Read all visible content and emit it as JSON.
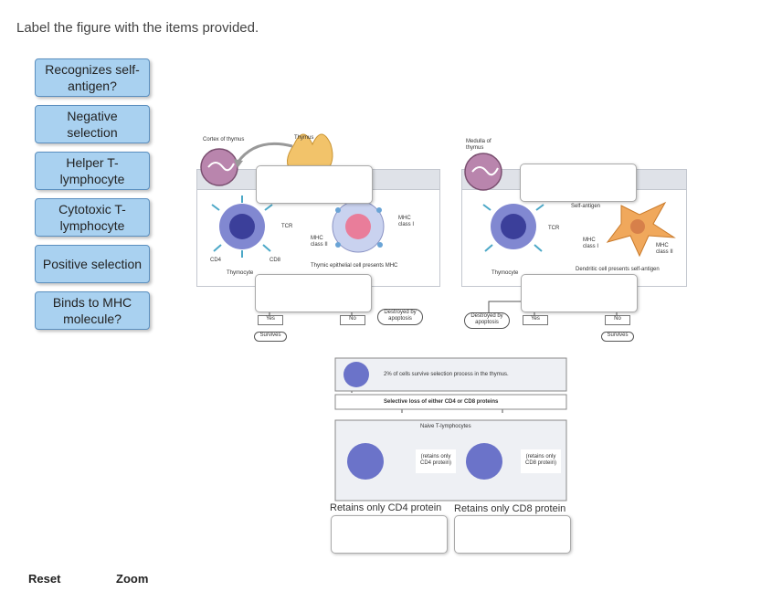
{
  "instruction": "Label the figure with the items provided.",
  "tiles": [
    "Recognizes self-antigen?",
    "Negative selection",
    "Helper T-lymphocyte",
    "Cytotoxic T-lymphocyte",
    "Positive selection",
    "Binds to MHC molecule?"
  ],
  "figure": {
    "cortex": "Cortex of thymus",
    "thymus": "Thymus",
    "medulla": "Medulla of thymus",
    "tcr": "TCR",
    "tcr2": "TCR",
    "cd4": "CD4",
    "cd8": "CD8",
    "mhc2": "MHC class II",
    "mhc1": "MHC class I",
    "thymocyte": "Thymocyte",
    "thymocyte2": "Thymocyte",
    "thymic_epithelial": "Thymic epithelial cell presents MHC",
    "self_antigen": "Self-antigen",
    "mhc1b": "MHC class I",
    "mhc2b": "MHC class II",
    "dendritic": "Dendritic cell presents self-antigen",
    "yes": "Yes",
    "no": "No",
    "no2": "No",
    "yes2": "Yes",
    "survives": "Survives",
    "survives2": "Survives",
    "destroyed": "Destroyed by apoptosis",
    "destroyed2": "Destroyed by apoptosis",
    "percent_text": "2% of cells survive selection process in the thymus.",
    "step3": "Selective loss of either CD4 or CD8 proteins",
    "naive": "Naive T-lymphocytes",
    "retains_cd4_small": "(retains only CD4 protein)",
    "retains_cd8_small": "(retains only CD8 protein)"
  },
  "captions": {
    "cd4": "Retains only CD4 protein",
    "cd8": "Retains only CD8 protein"
  },
  "footer": {
    "reset": "Reset",
    "zoom": "Zoom"
  }
}
